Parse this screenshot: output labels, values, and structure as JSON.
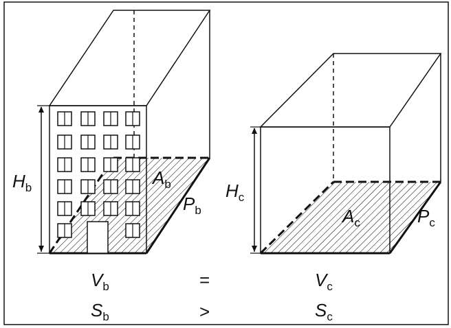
{
  "figure": {
    "building": {
      "height_label": {
        "main": "H",
        "sub": "b"
      },
      "area_label": {
        "main": "A",
        "sub": "b"
      },
      "perimeter_label": {
        "main": "P",
        "sub": "b"
      }
    },
    "cuboid": {
      "height_label": {
        "main": "H",
        "sub": "c"
      },
      "area_label": {
        "main": "A",
        "sub": "c"
      },
      "perimeter_label": {
        "main": "P",
        "sub": "c"
      }
    },
    "equations": [
      {
        "left": {
          "main": "V",
          "sub": "b"
        },
        "op": "=",
        "right": {
          "main": "V",
          "sub": "c"
        }
      },
      {
        "left": {
          "main": "S",
          "sub": "b"
        },
        "op": ">",
        "right": {
          "main": "S",
          "sub": "c"
        }
      }
    ],
    "colors": {
      "line": "#111111",
      "background": "#ffffff"
    }
  }
}
